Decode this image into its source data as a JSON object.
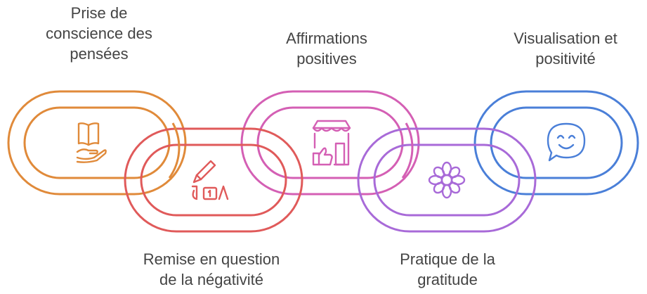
{
  "steps": [
    {
      "label": "Prise de\nconscience des\npensées",
      "color": "#e08a3a",
      "icon": "open-book-in-hand-icon"
    },
    {
      "label": "Remise en question\nde la négativité",
      "color": "#e05a5a",
      "icon": "pen-and-calendar-icon"
    },
    {
      "label": "Affirmations\npositives",
      "color": "#d45fb4",
      "icon": "storefront-thumbs-up-icon"
    },
    {
      "label": "Pratique de la\ngratitude",
      "color": "#a86ad8",
      "icon": "flower-icon"
    },
    {
      "label": "Visualisation et\npositivité",
      "color": "#4a7fd8",
      "icon": "smiling-speech-bubble-icon"
    }
  ]
}
